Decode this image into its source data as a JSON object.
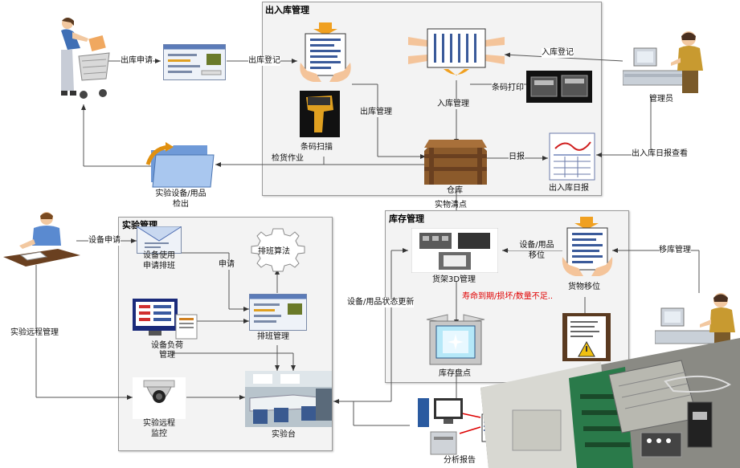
{
  "panels": {
    "inout": "出入库管理",
    "lab": "实验管理",
    "stock": "库存管理"
  },
  "labels": {
    "outbound_apply": "出库申请",
    "outbound_register": "出库登记",
    "inbound_register": "入库登记",
    "barcode_print": "条码打印",
    "admin": "管理员",
    "inbound_mgmt": "入库管理",
    "outbound_mgmt": "出库管理",
    "barcode_scan": "条码扫描",
    "pick_work": "检货作业",
    "daily_report": "日报",
    "inout_daily_query": "出入库日报查看",
    "warehouse": "仓库",
    "inout_daily": "出入库日报",
    "lab_checkout_1": "实验设备/用品",
    "lab_checkout_2": "检出",
    "physical_check": "实物清点",
    "equip_apply": "设备申请",
    "equip_schedule_1": "设备使用",
    "equip_schedule_2": "申请排班",
    "apply": "申请",
    "algorithm": "排班算法",
    "status_update": "设备/用品状态更新",
    "equip_move_1": "设备/用品",
    "equip_move_2": "移位",
    "move_mgmt": "移库管理",
    "shelf_3d": "货架3D管理",
    "goods_move": "货物移位",
    "warning": "寿命到期/损坏/数量不足..",
    "equip_load_1": "设备负荷",
    "equip_load_2": "管理",
    "schedule_mgmt": "排班管理",
    "lab_remote_mgmt": "实验远程管理",
    "stocktake": "库存盘点",
    "remote_monitor_1": "实验远程",
    "remote_monitor_2": "监控",
    "lab_bench": "实验台",
    "analysis_report": "分析报告"
  }
}
